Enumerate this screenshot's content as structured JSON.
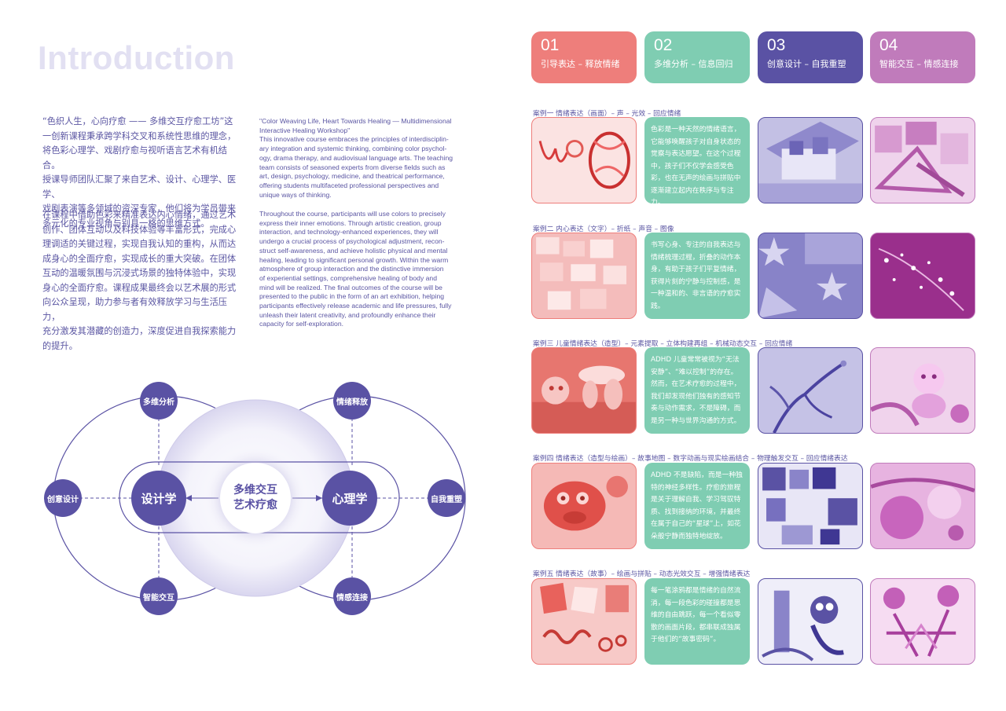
{
  "title": "Introduction",
  "intro": {
    "zh_p1": "“色织人生，心向疗愈 —— 多维交互疗愈工坊”这\n一创新课程秉承跨学科交叉和系统性思维的理念，\n将色彩心理学、戏剧疗愈与视听语言艺术有机结合。\n授课导师团队汇聚了来自艺术、设计、心理学、医学、\n戏剧表演等多领域的资深专家，他们将为学员带来\n多元化的专业视角与别具一格的思维方式。",
    "zh_p2": "在课程中借助色彩来精准表达内心情绪，通过艺术\n创作、团体互动以及科技体验等丰富形式，完成心\n理调适的关键过程，实现自我认知的重构，从而达\n成身心的全面疗愈，实现成长的重大突破。在团体\n互动的温暖氛围与沉浸式场景的独特体验中，实现\n身心的全面疗愈。课程成果最终会以艺术展的形式\n向公众呈现，助力参与者有效释放学习与生活压力，\n充分激发其潜藏的创造力，深度促进自我探索能力\n的提升。",
    "en_p1": "\"Color Weaving Life, Heart Towards Healing — Multidimensional\nInteractive Healing Workshop\"\nThis innovative course embraces the principles of interdisciplin-\nary integration and systemic thinking, combining color psychol-\nogy, drama therapy, and audiovisual language arts. The teaching\nteam consists of seasoned experts from diverse fields such as\nart, design, psychology, medicine, and theatrical performance,\noffering students multifaceted professional perspectives and\nunique ways of thinking.",
    "en_p2": "Throughout the course, participants will use colors to precisely\nexpress their inner emotions. Through artistic creation, group\ninteraction, and technology-enhanced experiences, they will\nundergo a crucial process of psychological adjustment, recon-\nstruct self-awareness, and achieve holistic physical and mental\nhealing, leading to significant personal growth. Within the warm\natmosphere of group interaction and the distinctive immersion\nof experiential settings, comprehensive healing of body and\nmind will be realized. The final outcomes of the course will be\npresented to the public in the form of an art exhibition, helping\nparticipants effectively release academic and life pressures, fully\nunleash their latent creativity, and profoundly enhance their\ncapacity for self-exploration."
  },
  "diagram": {
    "center_line1": "多维交互",
    "center_line2": "艺术疗愈",
    "left_main": "设计学",
    "right_main": "心理学",
    "top_left": "多维分析",
    "top_right": "情绪释放",
    "bottom_left": "智能交互",
    "bottom_right": "情感连接",
    "far_left": "创意设计",
    "far_right": "自我重塑"
  },
  "categories": [
    {
      "num": "01",
      "label": "引导表达 – 释放情绪",
      "color": "#ee7e7b"
    },
    {
      "num": "02",
      "label": "多维分析 – 信息回归",
      "color": "#7fcdb2"
    },
    {
      "num": "03",
      "label": "创意设计 – 自我重塑",
      "color": "#5a52a4"
    },
    {
      "num": "04",
      "label": "智能交互 – 情感连接",
      "color": "#c07bbb"
    }
  ],
  "cases": [
    {
      "title": "案例一  情绪表达（画面）– 声 – 光效 – 回应情绪",
      "desc": "色彩是一种天然的情绪语言，它能够唤醒孩子对自身状态的觉察与表达愿望。在这个过程中，孩子们不仅学会感受色彩，也在无声的绘画与拼贴中逐渐建立起内在秩序与专注力。"
    },
    {
      "title": "案例二  内心表达（文字）– 折纸 – 声音 – 图像",
      "desc": "书写心身、专注的自我表达与情绪梳理过程，折叠的动作本身，有助于孩子们平复情绪，获得片刻的宁静与控制感，是一种温和的、非言语的疗愈实践。"
    },
    {
      "title": "案例三  儿童情绪表达（造型）– 元素提取 – 立体构建再组 – 机械动态交互 – 回应情绪",
      "desc": "ADHD 儿童常常被视为“无法安静”、“难以控制”的存在。然而，在艺术疗愈的过程中，我们却发现他们独有的感知节奏与动作需求，不是障碍，而是另一种与世界沟通的方式。"
    },
    {
      "title": "案例四  情绪表达（造型与绘画）– 故事地图 – 数字动画与现实绘画结合 – 物理触发交互 – 回应情绪表达",
      "desc": "ADHD 不是缺陷，而是一种独特的神经多样性。疗愈的旅程是关于理解自我、学习驾驭特质、找到接纳的环境，并最终在属于自己的“星球”上，如花朵般宁静而独特地绽放。"
    },
    {
      "title": "案例五  情绪表达（故事）– 绘画与拼贴 – 动态光效交互 – 增强情绪表达",
      "desc": "每一笔涂鸦都是情绪的自然流淌，每一段色彩的碰撞都是思维的自由跳跃，每一个看似零散的画面片段，都串联成独属于他们的“故事密码”。"
    }
  ]
}
